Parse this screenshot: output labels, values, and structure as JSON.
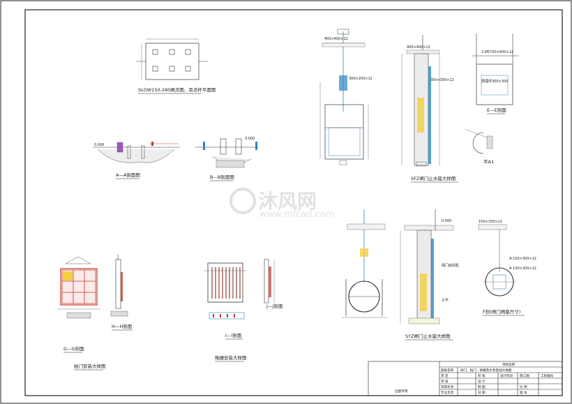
{
  "drawing": {
    "labels": {
      "slow_plan": "SLOW150-280闸点图、吊点杆平面图",
      "section_aa": "A—A剖面图",
      "section_bb": "B—B剖面图",
      "sfz_detail": "SFZ闸门止水座大样图",
      "section_ee": "E—E剖面",
      "plan_view": "平A1",
      "section_gg": "G—G剖面",
      "section_hh": "H—H剖面",
      "gate_blowup": "拍门安装大样图",
      "screen_blowup": "格栅安装大样图",
      "section_ii": "I—I剖面",
      "section_jj": "J—J剖面",
      "syz_detail": "SYZ闸门止水座大样图",
      "section_ff": "F剖(闸门闸座尺寸)"
    },
    "annotations": {
      "a1": "400×400×12",
      "a2": "300×200×12",
      "a3": "400×400×12",
      "a4": "300×300×12",
      "a5": "2-Ø5700×600×12",
      "a6": "预埋件300×300",
      "a7": "150×150×12",
      "a8": "A-150×300×12",
      "a9": "A-130×200×12",
      "level1": "0.000",
      "level2": "0.000",
      "note1": "闸门启闭机",
      "note2": "止水",
      "elev": "0.000"
    },
    "title_block": {
      "col_project": "项目名称",
      "row1_label": "图纸名称",
      "drawing_title": "闸门、拍门、格栅及水泵基础大样图",
      "stage_label": "设计阶段",
      "stage_value": "施工图",
      "project_no_label": "工程编号",
      "r1": [
        "审 定",
        "",
        "校 核",
        ""
      ],
      "r2": [
        "审 核",
        "",
        "设 计",
        ""
      ],
      "r3": [
        "项目负责",
        "",
        "制 图",
        ""
      ],
      "r4": [
        "专业负责",
        "",
        "日 期",
        ""
      ],
      "scale_label": "比 例",
      "sheet_label": "图 号",
      "stamp_label": "出图专用"
    },
    "watermark": {
      "brand": "沐风网",
      "url": "www.mfcad.com"
    }
  }
}
